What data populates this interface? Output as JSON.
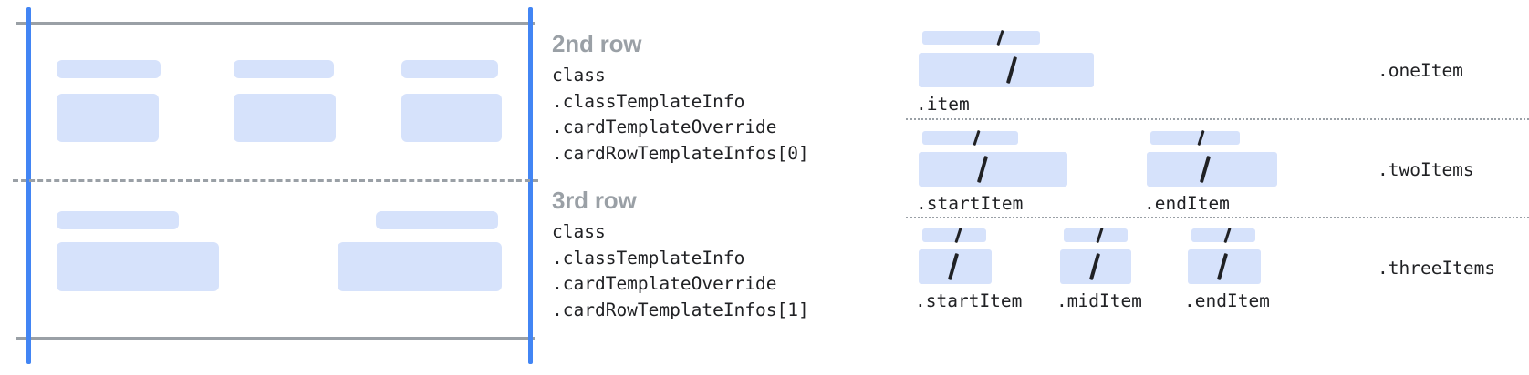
{
  "colors": {
    "placeholder_blue": "#d6e2fb",
    "accent_blue": "#4285f4",
    "rule_gray": "#9aa0a6",
    "heading_gray": "#9aa0a6",
    "code_text": "#202124",
    "background": "#ffffff"
  },
  "left_diagram": {
    "rows": [
      {
        "name": "second-row",
        "columns": [
          {
            "label_bar": true,
            "content_bar": true
          },
          {
            "label_bar": true,
            "content_bar": true
          },
          {
            "label_bar": true,
            "content_bar": true
          }
        ]
      },
      {
        "name": "third-row",
        "columns": [
          {
            "label_bar": true,
            "content_bar": true
          },
          {
            "label_bar": true,
            "content_bar": true
          }
        ]
      }
    ]
  },
  "row_specs": [
    {
      "title": "2nd row",
      "code_lines": [
        "class",
        ".classTemplateInfo",
        ".cardTemplateOverride",
        ".cardRowTemplateInfos[0]"
      ]
    },
    {
      "title": "3rd row",
      "code_lines": [
        "class",
        ".classTemplateInfo",
        ".cardTemplateOverride",
        ".cardRowTemplateInfos[1]"
      ]
    }
  ],
  "right_diagram": {
    "groups": [
      {
        "name": "one-item",
        "right_label": ".oneItem",
        "items": [
          {
            "label": ".item",
            "width": 192,
            "slash": "slash-icon"
          }
        ]
      },
      {
        "name": "two-items",
        "right_label": ".twoItems",
        "items": [
          {
            "label": ".startItem",
            "width": 163,
            "slash": "slash-icon"
          },
          {
            "label": ".endItem",
            "width": 143,
            "slash": "slash-icon"
          }
        ]
      },
      {
        "name": "three-items",
        "right_label": ".threeItems",
        "items": [
          {
            "label": ".startItem",
            "width": 80,
            "slash": "slash-icon"
          },
          {
            "label": ".midItem",
            "width": 78,
            "slash": "slash-icon"
          },
          {
            "label": ".endItem",
            "width": 80,
            "slash": "slash-icon"
          }
        ]
      }
    ]
  }
}
